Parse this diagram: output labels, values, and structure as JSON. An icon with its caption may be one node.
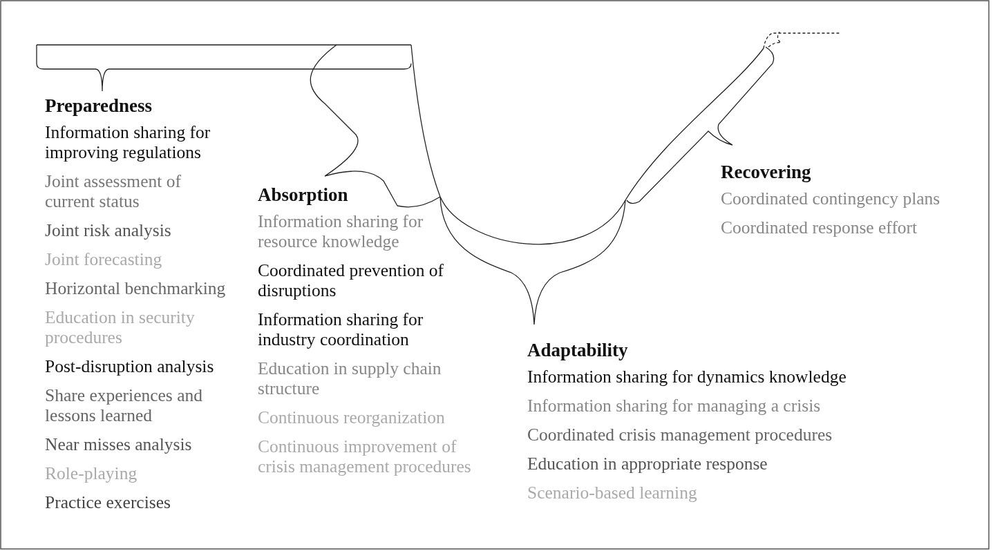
{
  "diagram": {
    "labels": [
      "Preparedness",
      "Information sharing for improving regulations",
      "Joint assessment of current status",
      "Joint risk analysis",
      "Joint forecasting",
      "Horizontal benchmarking",
      "Education in security procedures",
      "Post-disruption analysis",
      "Share experiences and lessons learned",
      "Near misses analysis",
      "Role-playing",
      "Practice exercises",
      "Absorption",
      "Information sharing for resource knowledge",
      "Coordinated prevention of disruptions",
      "Information sharing for industry coordination",
      "Education in supply chain structure",
      "Continuous reorganization",
      "Continuous improvement of crisis management procedures",
      "Adaptability",
      "Information sharing for dynamics knowledge",
      "Information sharing for managing a crisis",
      "Coordinated crisis management procedures",
      "Education in appropriate response",
      "Scenario-based learning",
      "Recovering",
      "Coordinated contingency plans",
      "Coordinated response effort"
    ]
  }
}
